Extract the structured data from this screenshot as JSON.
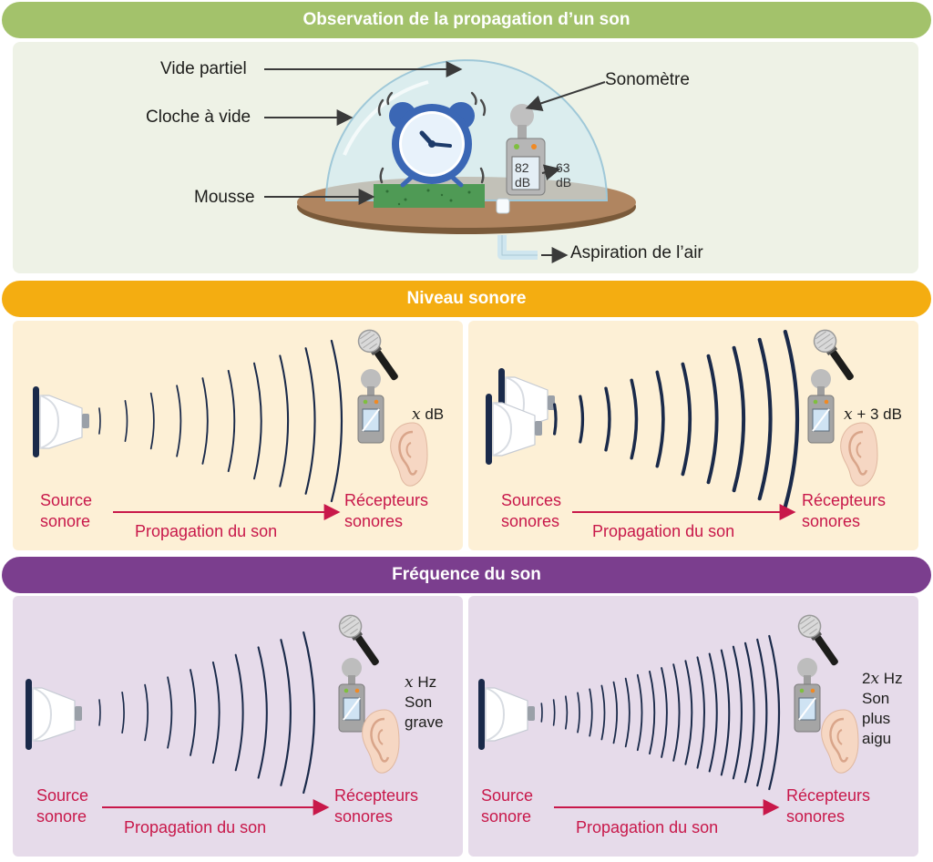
{
  "colors": {
    "green_band": "#a3c26b",
    "green_bg": "#eef2e6",
    "orange_band": "#f4ad11",
    "orange_bg": "#fdf0d6",
    "purple_band": "#7b3e8e",
    "purple_bg": "#e6dbea",
    "accent_red": "#c8184a",
    "wave_navy": "#1a2a4a"
  },
  "section1": {
    "title": "Observation de la propagation d’un son",
    "labels": {
      "vide": "Vide partiel",
      "cloche": "Cloche à vide",
      "mousse": "Mousse",
      "sonometre": "Sonomètre",
      "aspiration": "Aspiration de l’air"
    },
    "meter": {
      "reading1": "82",
      "unit1": "dB",
      "reading2": "63",
      "unit2": "dB"
    }
  },
  "section2": {
    "title": "Niveau sonore",
    "left": {
      "source1": "Source",
      "source2": "sonore",
      "propagation": "Propagation du son",
      "receptor1": "Récepteurs",
      "receptor2": "sonores",
      "var": "x",
      "value": " dB"
    },
    "right": {
      "source1": "Sources",
      "source2": "sonores",
      "propagation": "Propagation du son",
      "receptor1": "Récepteurs",
      "receptor2": "sonores",
      "var": "x",
      "value": " + 3 dB"
    }
  },
  "section3": {
    "title": "Fréquence du son",
    "left": {
      "source1": "Source",
      "source2": "sonore",
      "propagation": "Propagation du son",
      "receptor1": "Récepteurs",
      "receptor2": "sonores",
      "var": "x",
      "value": " Hz",
      "line2": "Son",
      "line3": "grave"
    },
    "right": {
      "source1": "Source",
      "source2": "sonore",
      "propagation": "Propagation du son",
      "receptor1": "Récepteurs",
      "receptor2": "sonores",
      "coef": "2",
      "var": "x",
      "value": " Hz",
      "line2": "Son",
      "line3": "plus",
      "line4": "aigu"
    }
  }
}
